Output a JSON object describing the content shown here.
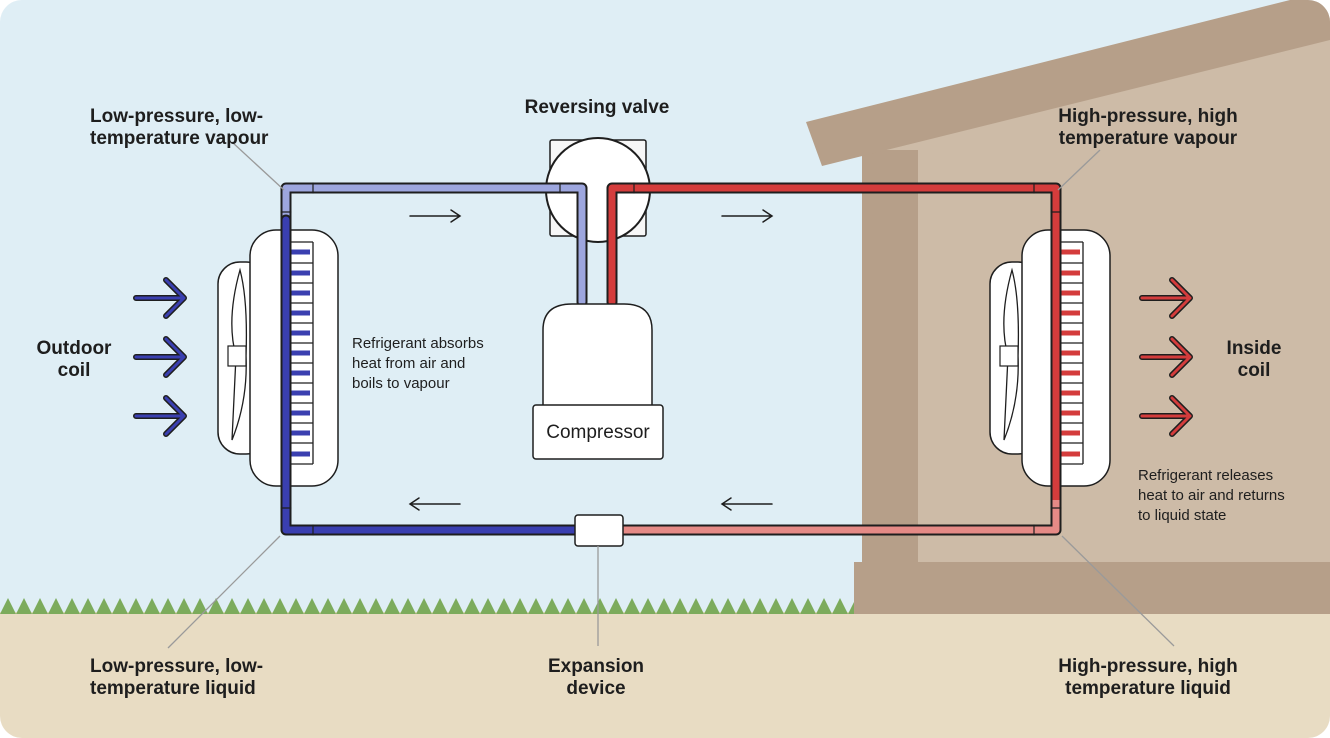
{
  "labels": {
    "reversing_valve": "Reversing valve",
    "top_left": [
      "Low-pressure, low-",
      "temperature vapour"
    ],
    "top_right": [
      "High-pressure, high",
      "temperature vapour"
    ],
    "outdoor_coil": [
      "Outdoor",
      "coil"
    ],
    "inside_coil": [
      "Inside",
      "coil"
    ],
    "absorbs": [
      "Refrigerant absorbs",
      "heat from air and",
      "boils to vapour"
    ],
    "releases": [
      "Refrigerant releases",
      "heat to air and returns",
      "to liquid state"
    ],
    "compressor": "Compressor",
    "bottom_left": [
      "Low-pressure, low-",
      "temperature liquid"
    ],
    "expansion": [
      "Expansion",
      "device"
    ],
    "bottom_right": [
      "High-pressure, high",
      "temperature liquid"
    ]
  },
  "colors": {
    "sky": "#dfeef5",
    "ground": "#e8dcc3",
    "grass": "#7cab5c",
    "house_wall": "#cdbba7",
    "house_trim": "#b69f89",
    "cold_pipe": "#3a3fb0",
    "cool_pipe": "#9da6de",
    "hot_pipe": "#d43c3c",
    "warm_pipe": "#e58a86",
    "outline": "#1e1e1e"
  }
}
